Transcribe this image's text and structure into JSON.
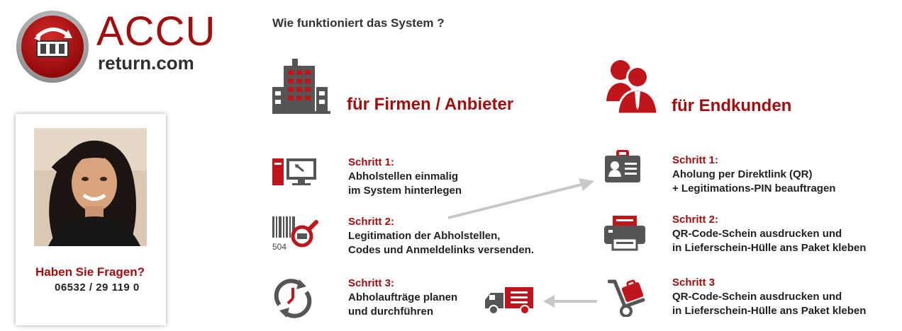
{
  "logo": {
    "brand": "ACCU",
    "domain": "return.com"
  },
  "contact": {
    "question": "Haben Sie Fragen?",
    "phone": "06532 / 29 119 0"
  },
  "page_title": "Wie funktioniert das System ?",
  "left_section": {
    "title": "für Firmen / Anbieter",
    "steps": [
      {
        "title": "Schritt 1:",
        "lines": [
          "Abholstellen  einmalig",
          "im System hinterlegen"
        ]
      },
      {
        "title": "Schritt 2:",
        "lines": [
          "Legitimation der Abholstellen,",
          "Codes und Anmeldelinks versenden."
        ]
      },
      {
        "title": "Schritt 3:",
        "lines": [
          "Abholaufträge planen",
          "und durchführen"
        ]
      }
    ],
    "barcode_number": "504"
  },
  "right_section": {
    "title": "für Endkunden",
    "steps": [
      {
        "title": "Schritt 1:",
        "lines": [
          "Aholung per Direktlink (QR)",
          "+ Legitimations-PIN beauftragen"
        ]
      },
      {
        "title": "Schritt 2:",
        "lines": [
          "QR-Code-Schein ausdrucken und",
          "in Lieferschein-Hülle ans Paket kleben"
        ]
      },
      {
        "title": "Schritt 3",
        "lines": [
          "QR-Code-Schein ausdrucken und",
          "in Lieferschein-Hülle ans Paket kleben"
        ]
      }
    ]
  },
  "icons": {
    "building": "building-icon",
    "people": "business-people-icon",
    "computer": "computer-icon",
    "barcode": "barcode-magnifier-icon",
    "clock": "clock-cycle-icon",
    "truck": "delivery-truck-icon",
    "id_card": "id-card-icon",
    "printer": "printer-icon",
    "hand_truck": "hand-truck-icon"
  },
  "colors": {
    "brand_red": "#a30d0d",
    "dark_gray": "#555555",
    "arrow_gray": "#c8c8c8"
  }
}
